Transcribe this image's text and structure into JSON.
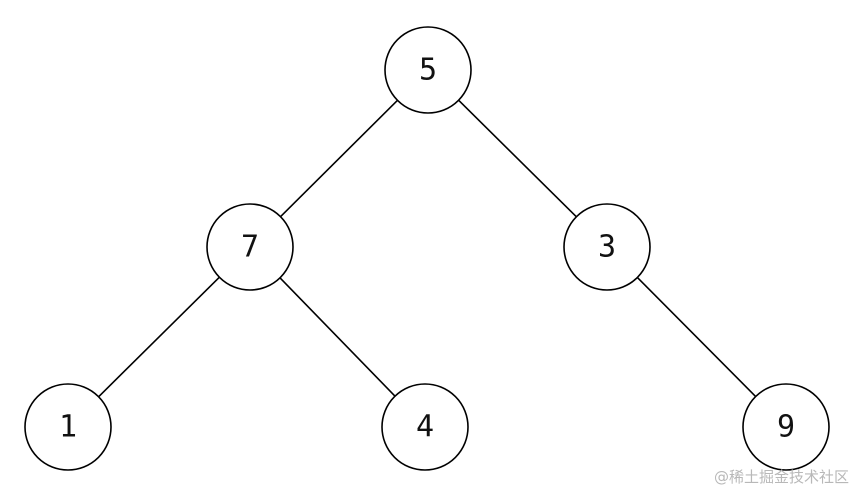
{
  "tree": {
    "nodes": [
      {
        "id": "n5",
        "label": "5"
      },
      {
        "id": "n7",
        "label": "7"
      },
      {
        "id": "n3",
        "label": "3"
      },
      {
        "id": "n1",
        "label": "1"
      },
      {
        "id": "n4",
        "label": "4"
      },
      {
        "id": "n9",
        "label": "9"
      }
    ],
    "edges": [
      {
        "from": "n5",
        "to": "n7"
      },
      {
        "from": "n5",
        "to": "n3"
      },
      {
        "from": "n7",
        "to": "n1"
      },
      {
        "from": "n7",
        "to": "n4"
      },
      {
        "from": "n3",
        "to": "n9"
      }
    ]
  },
  "watermark": "@稀土掘金技术社区"
}
